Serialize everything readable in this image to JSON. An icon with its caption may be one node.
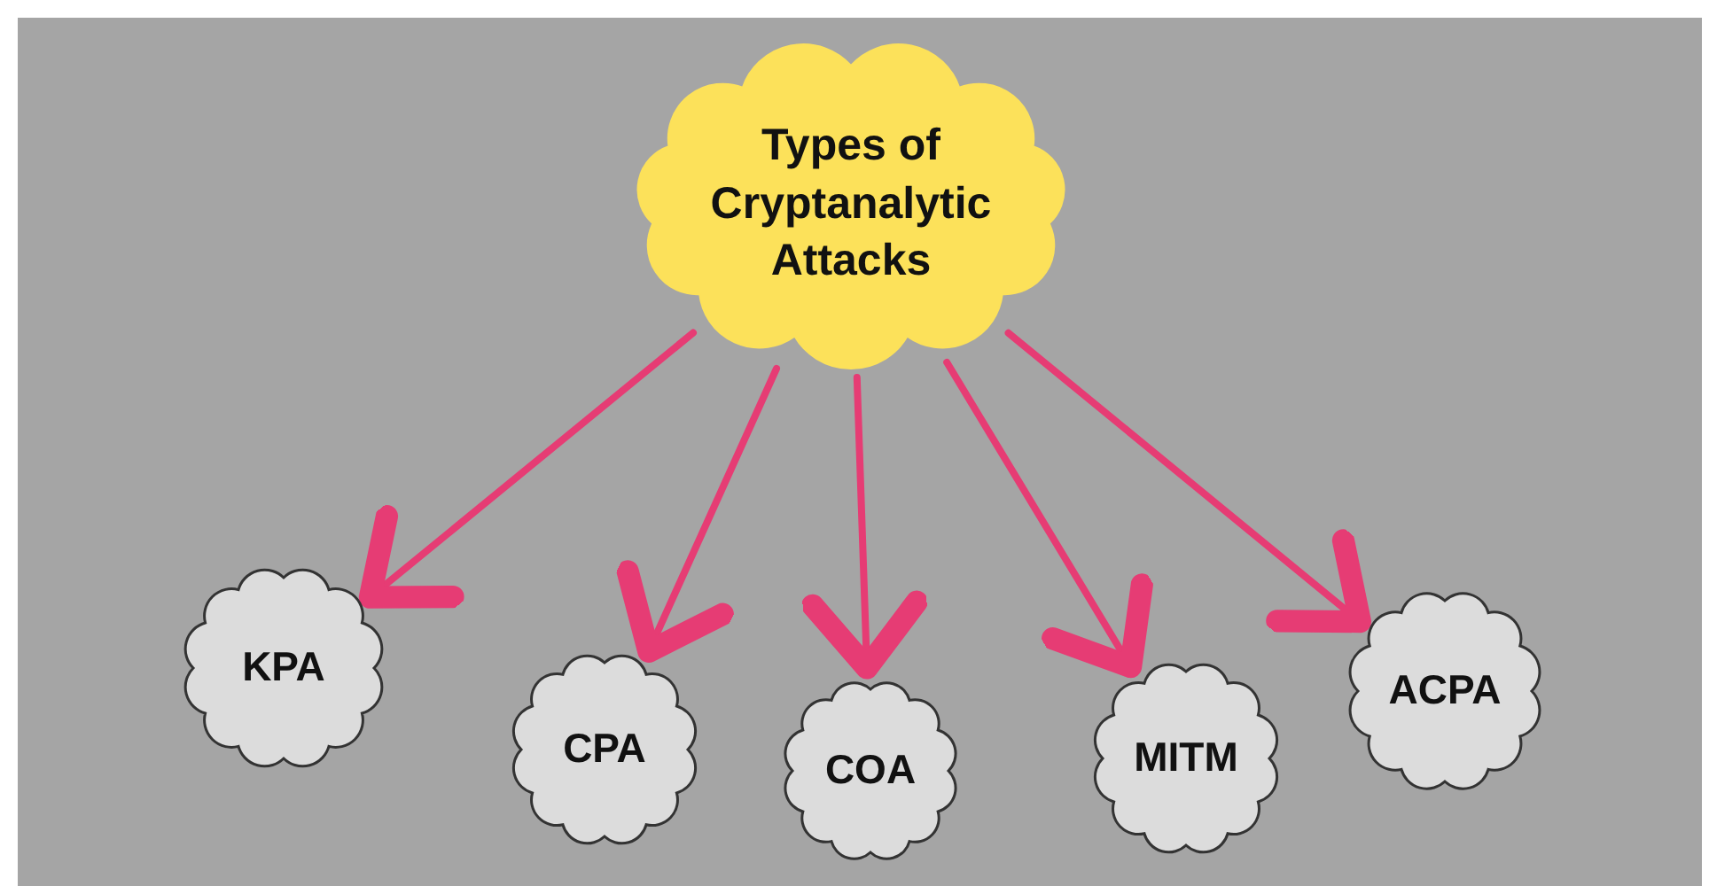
{
  "diagram": {
    "nodes": [
      {
        "text": [
          "Types of Cryptanalytic Attacks"
        ]
      },
      {
        "text": [
          "KPA"
        ]
      },
      {
        "text": [
          "CPA"
        ]
      },
      {
        "text": [
          "COA"
        ]
      },
      {
        "text": [
          "MITM"
        ]
      },
      {
        "text": [
          "ACPA"
        ]
      }
    ],
    "edges": [
      {
        "from": 0,
        "to": 1,
        "arrow": "to"
      },
      {
        "from": 0,
        "to": 2,
        "arrow": "to"
      },
      {
        "from": 0,
        "to": 3,
        "arrow": "to"
      },
      {
        "from": 0,
        "to": 4,
        "arrow": "to"
      },
      {
        "from": 0,
        "to": 5,
        "arrow": "to"
      }
    ]
  }
}
